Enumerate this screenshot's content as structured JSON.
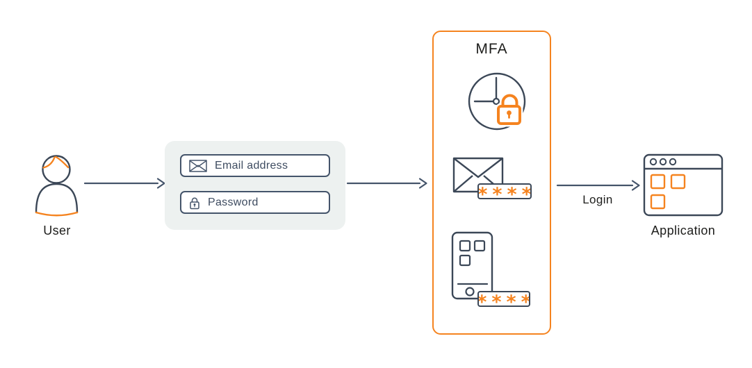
{
  "title": "MFA login flow diagram",
  "colors": {
    "accent_orange": "#F5831F",
    "stroke_slate": "#44546A",
    "label_text": "#1D1D1B",
    "field_text": "#3E4C61",
    "credentials_panel_bg": "#EDF1F0",
    "background": "#FFFFFF"
  },
  "nodes": {
    "user": {
      "label": "User",
      "icon": "person-icon"
    },
    "credentials": {
      "email_label": "Email address",
      "email_icon": "envelope-icon",
      "password_label": "Password",
      "password_icon": "padlock-icon"
    },
    "mfa": {
      "title": "MFA",
      "factors": [
        {
          "icon": "clock-lock-icon"
        },
        {
          "icon": "email-otp-icon",
          "code": "****"
        },
        {
          "icon": "phone-otp-icon",
          "code": "****"
        }
      ]
    },
    "application": {
      "label": "Application",
      "icon": "browser-window-icon"
    }
  },
  "edges": {
    "login_label": "Login"
  }
}
